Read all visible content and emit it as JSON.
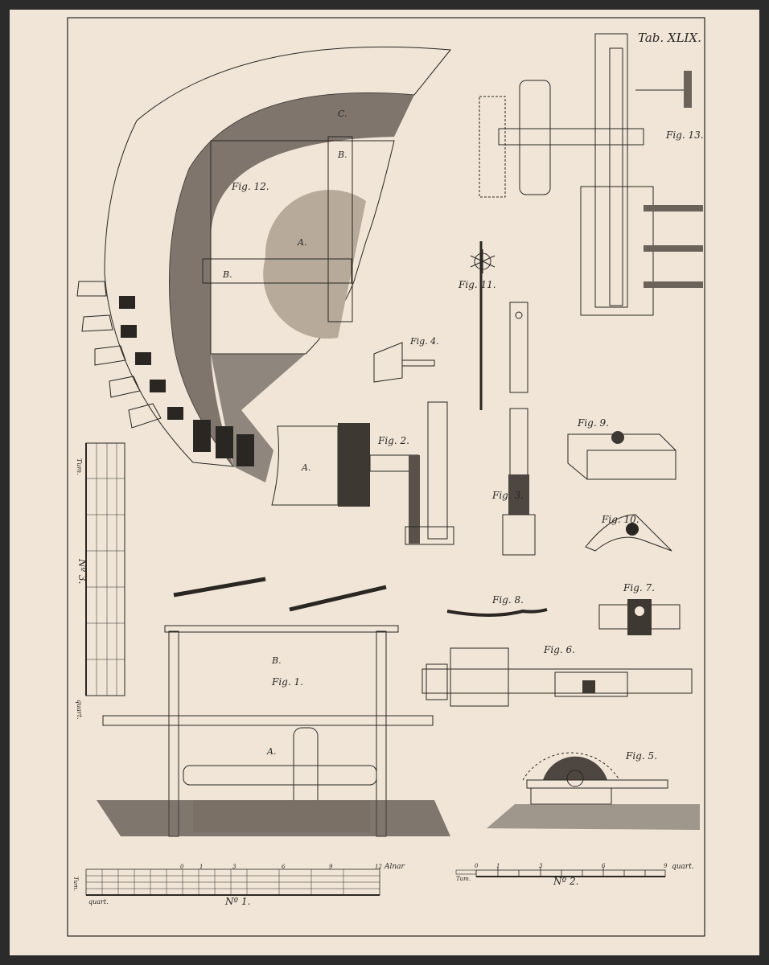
{
  "plate": {
    "title": "Tab. XLIX."
  },
  "figures": {
    "fig1": "Fig. 1.",
    "fig2": "Fig. 2.",
    "fig3": "Fig. 3.",
    "fig4": "Fig. 4.",
    "fig5": "Fig. 5.",
    "fig6": "Fig. 6.",
    "fig7": "Fig. 7.",
    "fig8": "Fig. 8.",
    "fig9": "Fig. 9.",
    "fig10": "Fig. 10.",
    "fig11": "Fig. 11.",
    "fig12": "Fig. 12.",
    "fig13": "Fig. 13."
  },
  "letters": {
    "A": "A.",
    "B": "B.",
    "C": "C."
  },
  "scales": {
    "no1": {
      "label": "Nº 1.",
      "unit": "Alnar",
      "sub": "quart.",
      "tum": "Tum.",
      "ticks": [
        "0",
        "1",
        "3",
        "6",
        "9",
        "12"
      ]
    },
    "no2": {
      "label": "Nº 2.",
      "unit": "quart.",
      "tum": "Tum.",
      "ticks": [
        "0",
        "1",
        "3",
        "6",
        "9"
      ]
    },
    "no3": {
      "label": "Nº 3.",
      "tum": "Tum.",
      "sub": "quart."
    }
  },
  "colors": {
    "paper": "#f0e5d7",
    "ink": "#2a2622",
    "frame": "#2b2b2b"
  }
}
